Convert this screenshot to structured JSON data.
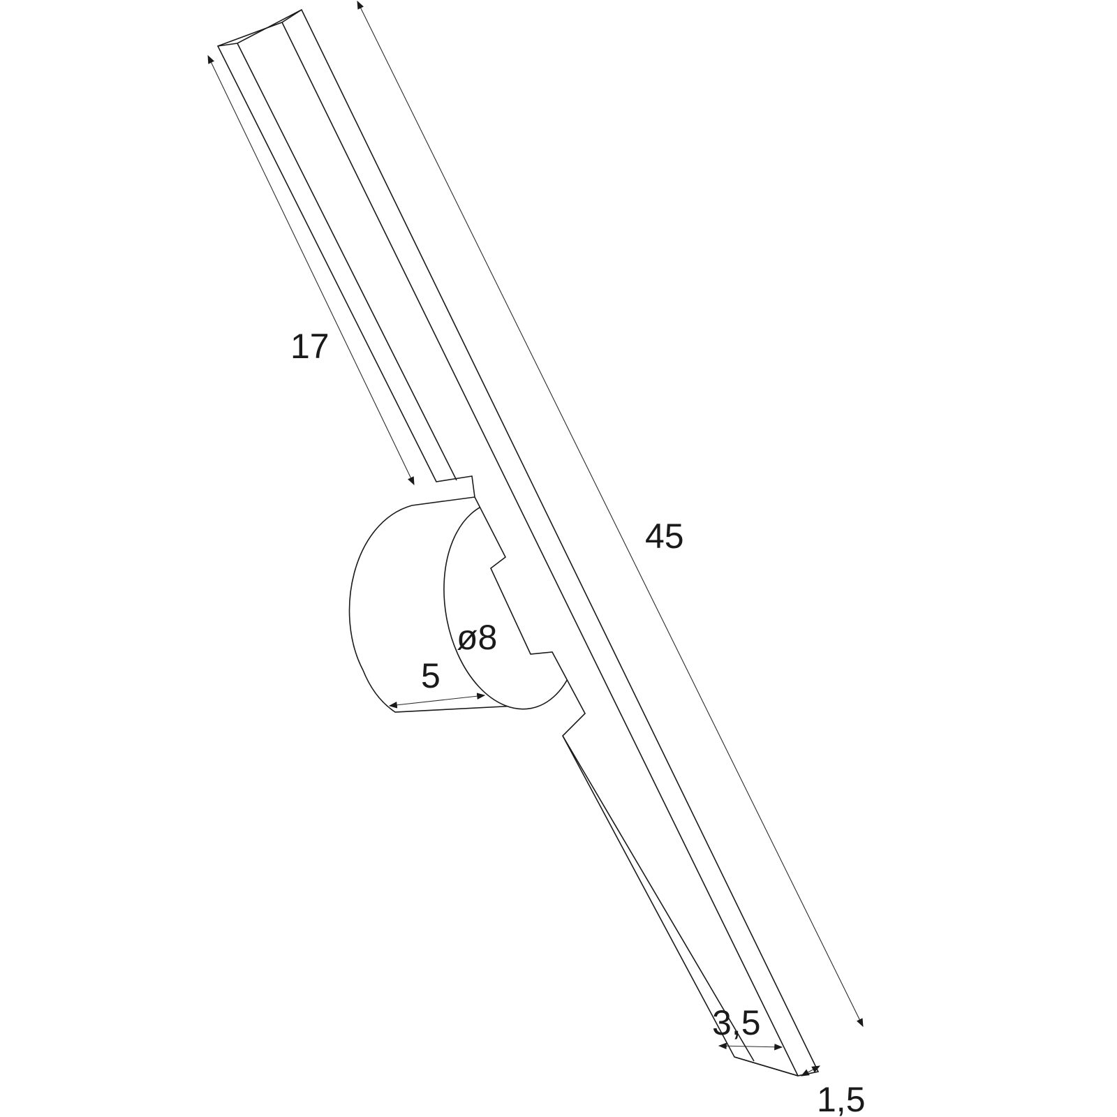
{
  "dimensions": {
    "arm_length": "17",
    "total_length": "45",
    "base_diameter": "ø8",
    "base_depth": "5",
    "bar_width": "3,5",
    "bar_thickness": "1,5"
  },
  "colors": {
    "line": "#1a1a1a",
    "background": "#ffffff"
  }
}
